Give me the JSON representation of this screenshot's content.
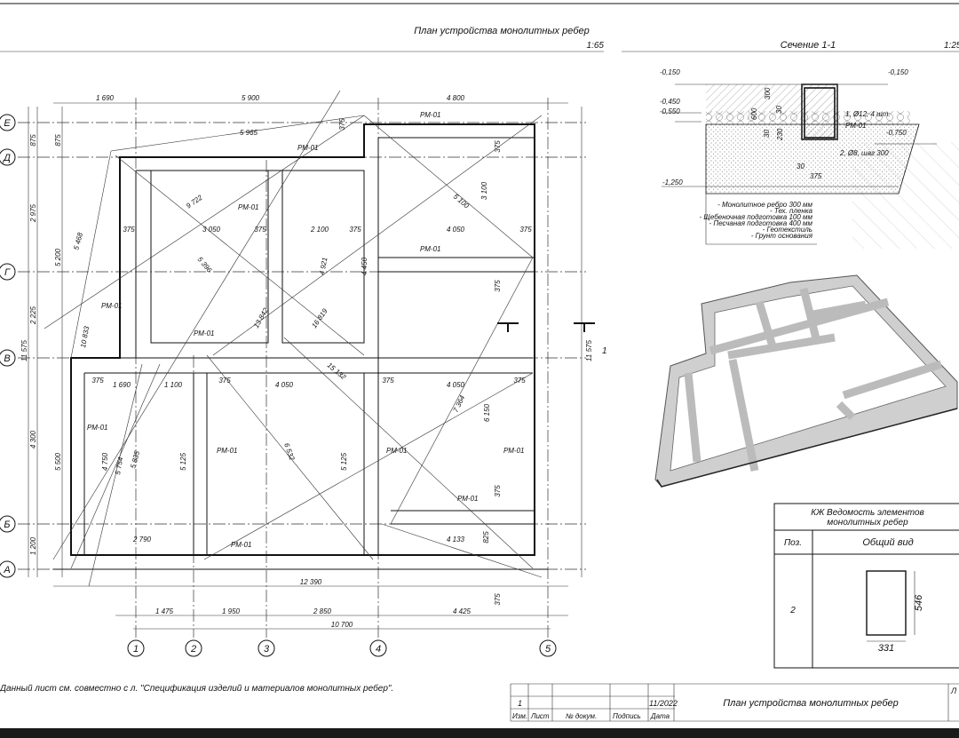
{
  "plan": {
    "title": "План устройства монолитных ребер",
    "scale": "1:65",
    "axes_vertical": [
      "1",
      "2",
      "3",
      "4",
      "5"
    ],
    "axes_horizontal": [
      "Е",
      "Д",
      "Г",
      "В",
      "Б",
      "А"
    ],
    "section_mark": "1",
    "element_label": "РМ-01",
    "dimensions": [
      "1 690",
      "5 900",
      "4 800",
      "5 965",
      "12 390",
      "1 475",
      "1 950",
      "2 850",
      "4 425",
      "10 700",
      "875",
      "2 975",
      "2 225",
      "4 300",
      "1 200",
      "5 200",
      "5 500",
      "11 575",
      "11 575",
      "875",
      "375",
      "3 050",
      "375",
      "2 100",
      "375",
      "4 050",
      "375",
      "375",
      "1 690",
      "1 100",
      "375",
      "4 050",
      "375",
      "4 050",
      "375",
      "2 790",
      "4 133",
      "375",
      "375",
      "375",
      "825",
      "375",
      "375"
    ],
    "diagonals": [
      "9 722",
      "5 100",
      "3 100",
      "5 468",
      "10 833",
      "5 396",
      "13 842",
      "4 921",
      "4 450",
      "16 819",
      "15 132",
      "7 364",
      "6 150",
      "6 532",
      "5 125",
      "4 750",
      "5 754",
      "5 835",
      "5 125"
    ]
  },
  "note": "Данный лист см. совместно с л. \"Спецификация изделий и материалов монолитных ребер\".",
  "section": {
    "title": "Сечение 1-1",
    "scale": "1:25",
    "levels": [
      "-0,150",
      "-0,150",
      "-0,450",
      "-0,550",
      "-0,750",
      "-1,250"
    ],
    "callouts": [
      "1, Ø12, 4 шт.",
      "РМ-01",
      "2, Ø8, шаг 300"
    ],
    "dims": [
      "300",
      "600",
      "30",
      "30",
      "230",
      "30",
      "375"
    ],
    "layers": [
      "- Монолитное ребро 300 мм",
      "- Тех. пленка",
      "- Щебеночная подготовка 100 мм",
      "- Песчаная подготовка 400 мм",
      "- Геотекстиль",
      "- Грунт основания"
    ]
  },
  "schedule": {
    "title_line1": "КЖ Ведомость элементов",
    "title_line2": "монолитных ребер",
    "col_pos": "Поз.",
    "col_view": "Общий вид",
    "row_pos": "2",
    "height": "546",
    "width": "331"
  },
  "title_block": {
    "row_value_1": "1",
    "row_value_date": "11/2022",
    "headers": [
      "Изм.",
      "Лист",
      "№ докум.",
      "Подпись",
      "Дата"
    ],
    "sheet_title": "План устройства монолитных ребер",
    "corner": "Л"
  }
}
